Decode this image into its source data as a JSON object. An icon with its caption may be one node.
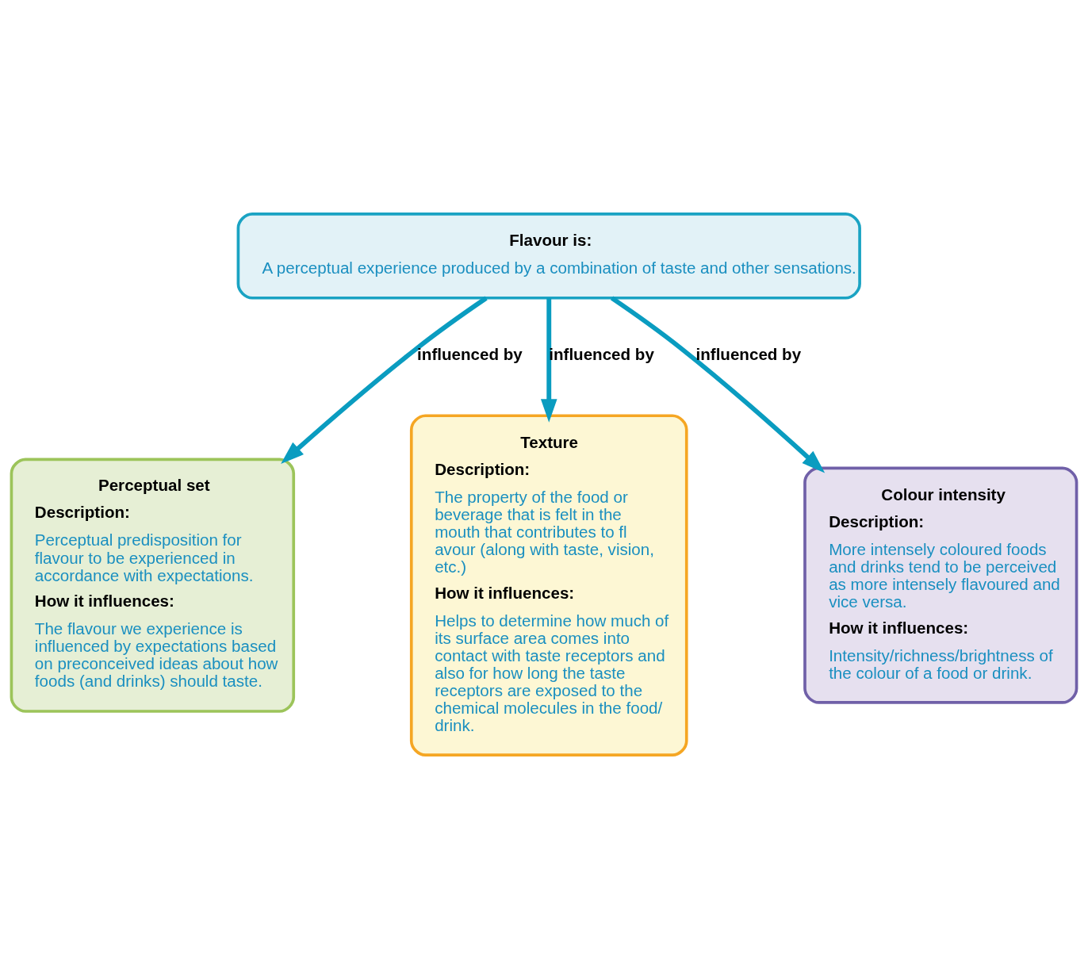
{
  "diagram": {
    "nodes": [
      {
        "text": [
          "Flavour is:",
          "A perceptual experience produced by a combination of taste and other sensations."
        ]
      },
      {
        "text": [
          "Perceptual set",
          "Description:",
          "Perceptual predisposition for flavour to be experienced in accordance with expectations.",
          "How it influences:",
          "The flavour we experience is influenced by expectations based on preconceived ideas about how foods (and drinks) should taste."
        ]
      },
      {
        "text": [
          "Texture",
          "Description:",
          "The property of the food or beverage that is felt in the mouth that contributes to fl avour (along with taste, vision, etc.)",
          "How it influences:",
          "Helps to determine how much of its surface area comes into contact with taste receptors and also for how long the taste receptors are exposed to the chemical molecules in the food/ drink."
        ]
      },
      {
        "text": [
          "Colour intensity",
          "Description:",
          "More intensely coloured foods and drinks tend to be perceived as more intensely flavoured and vice versa.",
          "How it influences:",
          "Intensity/richness/brightness of the colour of a food or drink."
        ]
      }
    ],
    "edges": [
      {
        "from": 0,
        "to": 1,
        "arrow": "to",
        "label": "influenced by"
      },
      {
        "from": 0,
        "to": 2,
        "arrow": "to",
        "label": "influenced by"
      },
      {
        "from": 0,
        "to": 3,
        "arrow": "to",
        "label": "influenced by"
      }
    ]
  }
}
